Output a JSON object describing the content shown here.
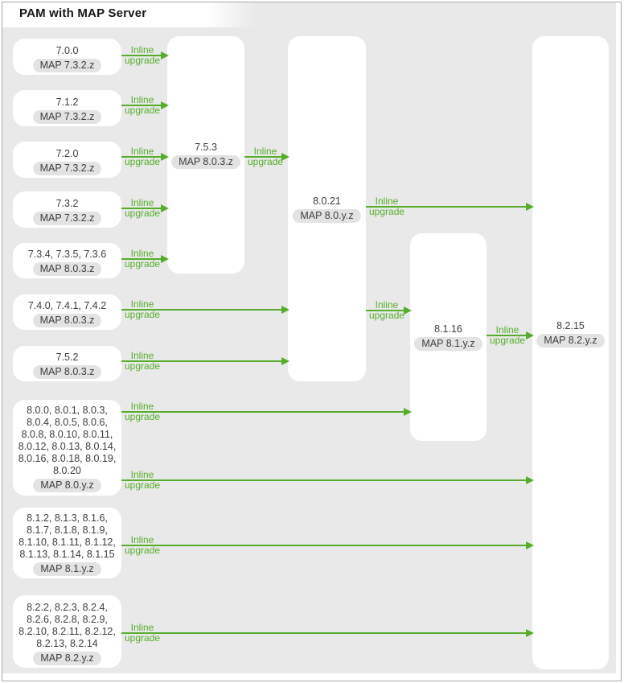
{
  "title": "PAM with MAP Server",
  "edge_label": {
    "line1": "Inline",
    "line2": "upgrade"
  },
  "colors": {
    "background": "#e9e9e9",
    "node_fill": "#ffffff",
    "pill_fill": "#e3e3e3",
    "arrow_green": "#55ad2b",
    "node_text": "#3d3d3d",
    "title_text": "#161616",
    "frame_border": "#a8a8a8"
  },
  "nodes": [
    {
      "id": "L1",
      "versions": "7.0.0",
      "map": "MAP 7.3.2.z"
    },
    {
      "id": "L2",
      "versions": "7.1.2",
      "map": "MAP 7.3.2.z"
    },
    {
      "id": "L3",
      "versions": "7.2.0",
      "map": "MAP 7.3.2.z"
    },
    {
      "id": "L4",
      "versions": "7.3.2",
      "map": "MAP 7.3.2.z"
    },
    {
      "id": "L5",
      "versions": "7.3.4, 7.3.5, 7.3.6",
      "map": "MAP 8.0.3.z"
    },
    {
      "id": "L6",
      "versions": "7.4.0, 7.4.1, 7.4.2",
      "map": "MAP 8.0.3.z"
    },
    {
      "id": "L7",
      "versions": "7.5.2",
      "map": "MAP 8.0.3.z"
    },
    {
      "id": "L8",
      "versions": "8.0.0, 8.0.1, 8.0.3, 8.0.4, 8.0.5, 8.0.6, 8.0.8, 8.0.10, 8.0.11, 8.0.12, 8.0.13, 8.0.14, 8.0.16, 8.0.18, 8.0.19, 8.0.20",
      "map": "MAP 8.0.y.z"
    },
    {
      "id": "L9",
      "versions": "8.1.2, 8.1.3, 8.1.6, 8.1.7, 8.1.8, 8.1.9, 8.1.10, 8.1.11, 8.1.12, 8.1.13, 8.1.14, 8.1.15",
      "map": "MAP 8.1.y.z"
    },
    {
      "id": "L10",
      "versions": "8.2.2, 8.2.3, 8.2.4, 8.2.6, 8.2.8, 8.2.9, 8.2.10, 8.2.11, 8.2.12, 8.2.13, 8.2.14",
      "map": "MAP 8.2.y.z"
    },
    {
      "id": "M1",
      "versions": "7.5.3",
      "map": "MAP 8.0.3.z"
    },
    {
      "id": "M2",
      "versions": "8.0.21",
      "map": "MAP 8.0.y.z"
    },
    {
      "id": "M3",
      "versions": "8.1.16",
      "map": "MAP 8.1.y.z"
    },
    {
      "id": "M4",
      "versions": "8.2.15",
      "map": "MAP 8.2.y.z"
    }
  ],
  "edges": [
    {
      "from": "L1",
      "to": "M1",
      "label": "Inline upgrade"
    },
    {
      "from": "L2",
      "to": "M1",
      "label": "Inline upgrade"
    },
    {
      "from": "L3",
      "to": "M1",
      "label": "Inline upgrade"
    },
    {
      "from": "L4",
      "to": "M1",
      "label": "Inline upgrade"
    },
    {
      "from": "L5",
      "to": "M1",
      "label": "Inline upgrade"
    },
    {
      "from": "M1",
      "to": "M2",
      "label": "Inline upgrade"
    },
    {
      "from": "M2",
      "to": "M4",
      "label": "Inline upgrade"
    },
    {
      "from": "L6",
      "to": "M2",
      "label": "Inline upgrade"
    },
    {
      "from": "M2",
      "to": "M3",
      "label": "Inline upgrade"
    },
    {
      "from": "L7",
      "to": "M2",
      "label": "Inline upgrade"
    },
    {
      "from": "L8",
      "to": "M3",
      "label": "Inline upgrade"
    },
    {
      "from": "M3",
      "to": "M4",
      "label": "Inline upgrade"
    },
    {
      "from": "L8",
      "to": "M4",
      "label": "Inline upgrade"
    },
    {
      "from": "L9",
      "to": "M4",
      "label": "Inline upgrade"
    },
    {
      "from": "L10",
      "to": "M4",
      "label": "Inline upgrade"
    }
  ]
}
